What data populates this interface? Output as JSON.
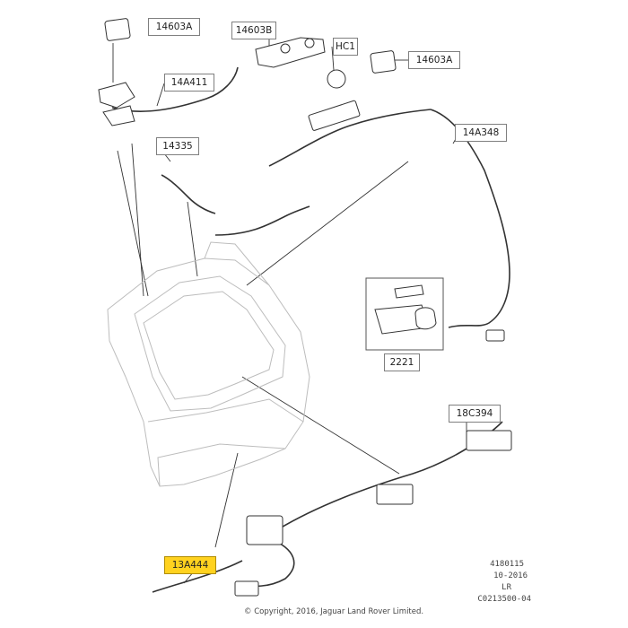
{
  "callouts": {
    "c14603A_left": "14603A",
    "c14603B": "14603B",
    "cHC1": "HC1",
    "c14603A_right": "14603A",
    "c14A411": "14A411",
    "c14A348": "14A348",
    "c14335": "14335",
    "c2221": "2221",
    "c18C394": "18C394",
    "c13A444": "13A444"
  },
  "meta": {
    "line1": "4180115",
    "line2": "10-2016",
    "line3": "LR",
    "line4": "C0213500-04"
  },
  "copyright": "© Copyright, 2016, Jaguar Land Rover Limited.",
  "colors": {
    "highlight": "#ffd21f",
    "line_art": "#333333",
    "ghost_outline": "#bdbdbd"
  }
}
